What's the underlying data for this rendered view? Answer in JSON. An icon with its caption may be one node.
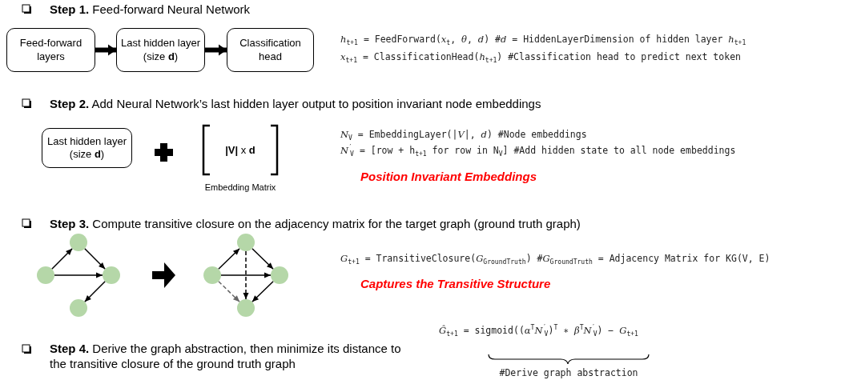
{
  "diagram": {
    "nodes": [
      {
        "text": [
          "Feed-forward layers"
        ]
      },
      {
        "text": [
          "Last hidden layer (size **d**)"
        ]
      },
      {
        "text": [
          "Classification head"
        ]
      },
      {
        "text": [
          "Last hidden layer (size **d**)"
        ]
      },
      {
        "text": [
          "**|V|** x **d**"
        ],
        "beside": [
          "Embedding Matrix"
        ]
      },
      {
        "text": [],
        "shape": "circle"
      },
      {
        "text": [],
        "shape": "circle"
      },
      {
        "text": [],
        "shape": "circle"
      },
      {
        "text": [],
        "shape": "circle"
      },
      {
        "text": [],
        "shape": "circle"
      },
      {
        "text": [],
        "shape": "circle"
      },
      {
        "text": [],
        "shape": "circle"
      },
      {
        "text": [],
        "shape": "circle"
      }
    ],
    "edges": [
      {
        "from": 0,
        "to": 1,
        "arrow": "to",
        "style": "thick"
      },
      {
        "from": 1,
        "to": 2,
        "arrow": "to",
        "style": "thick"
      },
      {
        "from": 5,
        "to": 6,
        "arrow": "to"
      },
      {
        "from": 6,
        "to": 8,
        "arrow": "to"
      },
      {
        "from": 5,
        "to": 8,
        "arrow": "to"
      },
      {
        "from": 8,
        "to": 7,
        "arrow": "to"
      },
      {
        "from": 9,
        "to": 10,
        "arrow": "to"
      },
      {
        "from": 10,
        "to": 12,
        "arrow": "to"
      },
      {
        "from": 9,
        "to": 12,
        "arrow": "to"
      },
      {
        "from": 12,
        "to": 11,
        "arrow": "to"
      },
      {
        "from": 10,
        "to": 11,
        "arrow": "to",
        "style": "dashed"
      },
      {
        "from": 9,
        "to": 11,
        "arrow": "to",
        "style": "dashed",
        "color": "#666666"
      }
    ],
    "labels": [
      "**Step 1.** Feed-forward Neural Network",
      "*h*$_{t+1}$ = FeedForward(*x*$_{t}$, *θ*, *d*) #*d* = HiddenLayerDimension of hidden layer *h*$_{t+1}$",
      "*x*$_{t+1}$ = ClassificationHead(*h*$_{t+1}$) #Classification head to predict next token",
      "**Step 2.** Add Neural Network’s last hidden layer output to position invariant node embeddings",
      "*N*$_{V}$ = EmbeddingLayer(|*V*|, *d*) #Node embeddings",
      "*N*$^{′}$$_{V}$ = [row + h$_{t+1}$ for row in N$_{V}$] #Add hidden state to all node embeddings",
      "Position Invariant Embeddings",
      "**Step 3.** Compute transitive closure on the adjacency matrix for the target graph (ground truth graph)",
      "*G*$_{t+1}$ = TransitiveClosure(*G*$_{GroundTruth}$) #*G*$_{GroundTruth}$ = Adjacency Matrix for KG(V, E)",
      "Captures the Transitive Structure",
      "*Ĝ*$_{t+1}$ = sigmoid((*α*$^{T}$*N*$^{′}$$_{V}$)$^{T}$ ∗ *β*$^{T}$*N*$^{′}$$_{V}$) − *G*$_{t+1}$",
      "#Derive graph abstraction",
      "**Step 4.** Derive the graph abstraction, then minimize its distance to the transitive closure of the ground truth graph"
    ]
  }
}
